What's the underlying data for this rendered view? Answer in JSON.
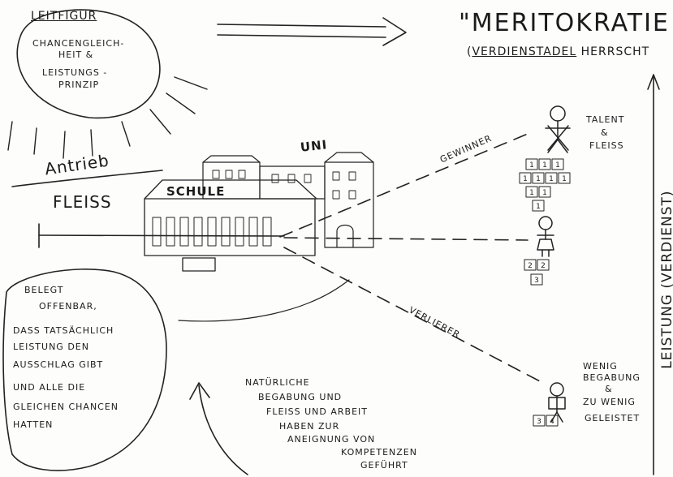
{
  "leitfigur": {
    "title": "LEITFIGUR",
    "lines": [
      "CHANCENGLEICH-",
      "HEIT &",
      "LEISTUNGS -",
      "PRINZIP"
    ]
  },
  "meritokratie": {
    "title": "\"MERITOKRATIE",
    "subtitle_open": "(",
    "subtitle_underlined": "VERDIENSTADEL",
    "subtitle_rest": " HERRSCHT"
  },
  "antrieb": "Antrieb",
  "fleiss": "FLEIß",
  "schule": "SCHULE",
  "uni": "UNI",
  "arrow_labels": {
    "gewinner": "GEWINNER",
    "verlierer": "VERLIERER"
  },
  "outcomes": {
    "top": [
      "TALENT",
      "&",
      "FLEIß"
    ],
    "top_grades": [
      "1",
      "1",
      "1",
      "1",
      "1",
      "1",
      "1",
      "1",
      "1",
      "1"
    ],
    "middle_grades": [
      "2",
      "2",
      "3"
    ],
    "bottom": [
      "WENIG",
      "BEGABUNG",
      "&",
      "ZU WENIG",
      "GELEISTET"
    ],
    "bottom_grades": [
      "3",
      "4"
    ]
  },
  "axis_label": "LEISTUNG (VERDIENST)",
  "belegt": [
    "BELEGT",
    "OFFENBAR,",
    "DASS TATSÄCHLICH",
    "LEISTUNG DEN",
    "AUSSCHLAG GIBT",
    "UND ALLE DIE",
    "GLEICHEN CHANCEN",
    "HATTEN"
  ],
  "natuerliche": [
    "NATÜRLICHE",
    "BEGABUNG UND",
    "FLEIß UND ARBEIT",
    "HABEN ZUR",
    "ANEIGNUNG VON",
    "KOMPETENZEN",
    "GEFÜHRT"
  ]
}
